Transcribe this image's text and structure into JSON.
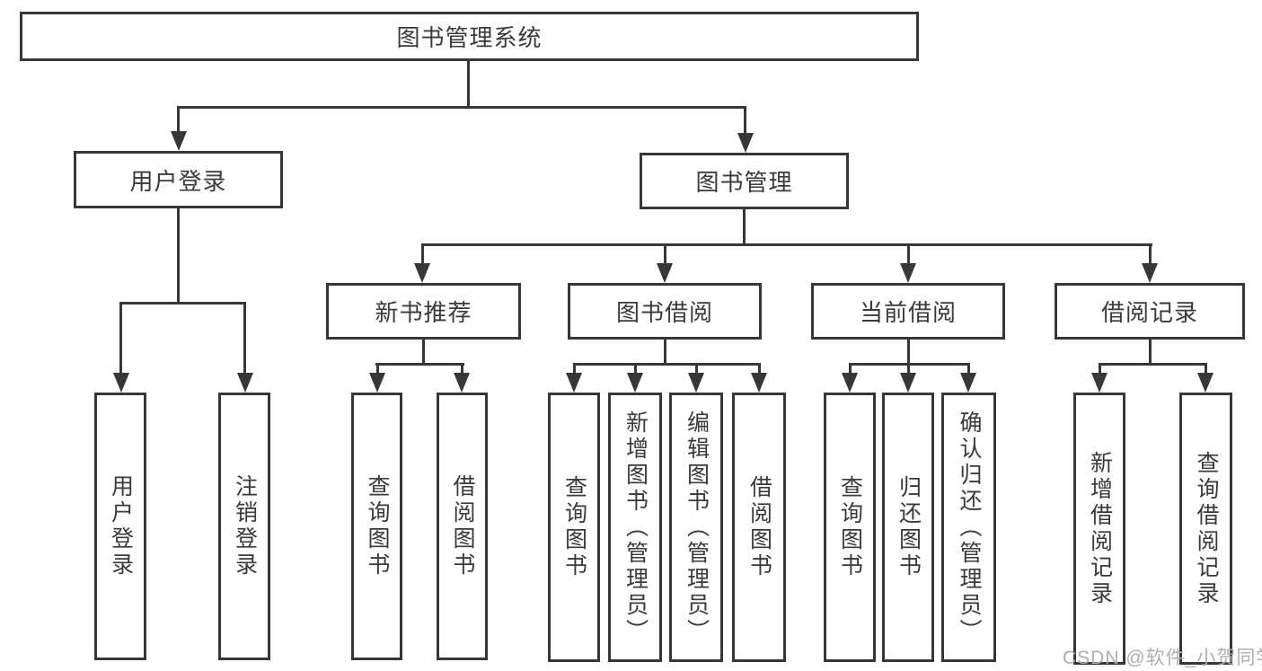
{
  "diagram_title": "图书管理系统",
  "tree": {
    "label": "图书管理系统",
    "children": [
      {
        "label": "用户登录",
        "children": [
          {
            "label": "用户登录"
          },
          {
            "label": "注销登录"
          }
        ]
      },
      {
        "label": "图书管理",
        "children": [
          {
            "label": "新书推荐",
            "children": [
              {
                "label": "查询图书"
              },
              {
                "label": "借阅图书"
              }
            ]
          },
          {
            "label": "图书借阅",
            "children": [
              {
                "label": "查询图书"
              },
              {
                "label": "新增图书（管理员）"
              },
              {
                "label": "编辑图书（管理员）"
              },
              {
                "label": "借阅图书"
              }
            ]
          },
          {
            "label": "当前借阅",
            "children": [
              {
                "label": "查询图书"
              },
              {
                "label": "归还图书"
              },
              {
                "label": "确认归还（管理员）"
              }
            ]
          },
          {
            "label": "借阅记录",
            "children": [
              {
                "label": "新增借阅记录"
              },
              {
                "label": "查询借阅记录"
              }
            ]
          }
        ]
      }
    ]
  },
  "watermark": {
    "text": "CSDN @软件_小贺同学"
  },
  "colors": {
    "background": "#ffffff",
    "box_border": "#373737",
    "connector_line": "#373737",
    "node_text": "#3a3a3a",
    "watermark_text": "#b3acac"
  }
}
